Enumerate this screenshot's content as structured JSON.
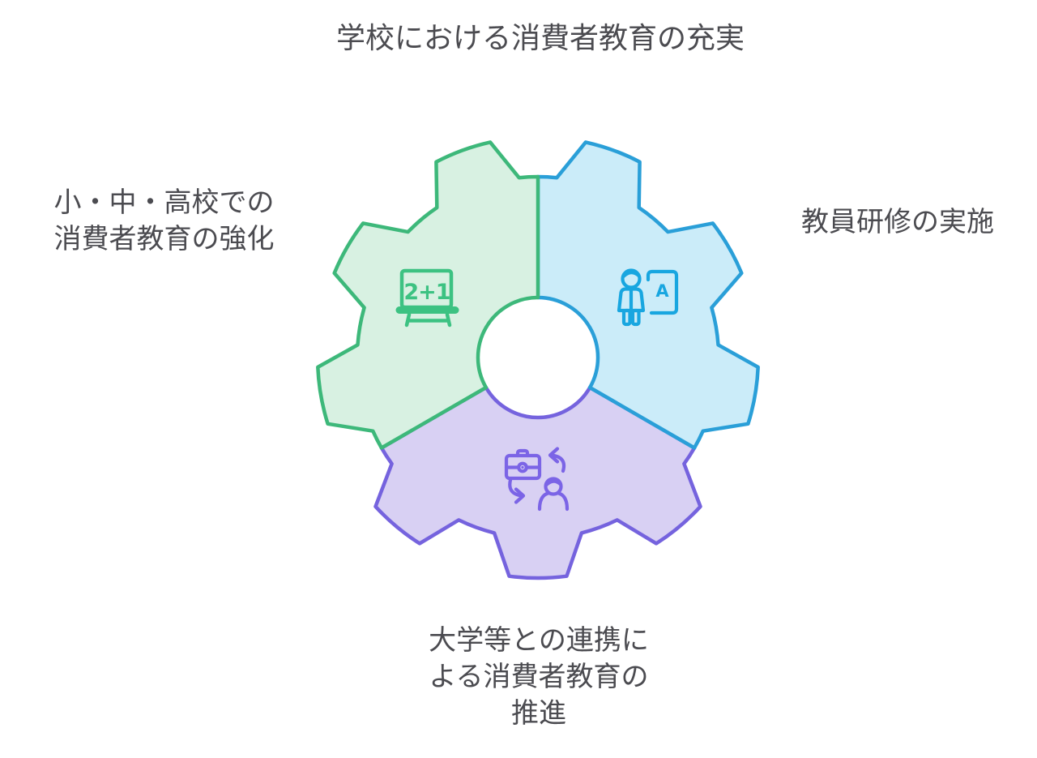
{
  "title": "学校における消費者教育の充実",
  "segments": [
    {
      "id": "schools",
      "label": "小・中・高校での\n消費者教育の強化",
      "icon": "blackboard-icon",
      "icon_text": "2+1",
      "color_key": "green"
    },
    {
      "id": "teacher-training",
      "label": "教員研修の実施",
      "icon": "teacher-board-icon",
      "icon_text": "A",
      "color_key": "blue"
    },
    {
      "id": "university-collaboration",
      "label": "大学等との連携に\nよる消費者教育の\n推進",
      "icon": "briefcase-person-exchange-icon",
      "color_key": "purple"
    }
  ],
  "colors": {
    "text": "#4b4b50",
    "background": "#ffffff",
    "center_circle": "#ffffff",
    "green": {
      "stroke": "#3db87a",
      "fill": "#d8f1e2",
      "icon": "#3cc282"
    },
    "blue": {
      "stroke": "#2a9fd8",
      "fill": "#cbecf9",
      "icon": "#18a6e0"
    },
    "purple": {
      "stroke": "#7563de",
      "fill": "#d8d0f3",
      "icon": "#7b64e6"
    }
  }
}
